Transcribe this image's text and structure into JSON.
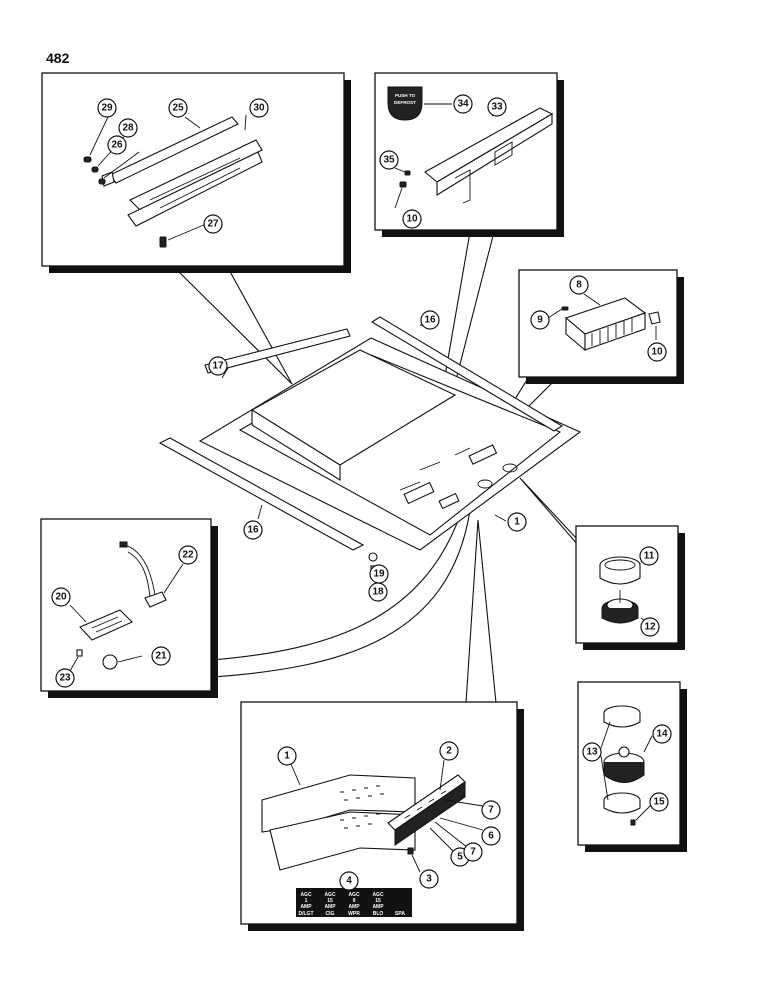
{
  "page_number": "482",
  "callouts": [
    "1",
    "2",
    "3",
    "4",
    "5",
    "6",
    "7",
    "8",
    "9",
    "10",
    "11",
    "12",
    "13",
    "14",
    "15",
    "16",
    "17",
    "18",
    "19",
    "20",
    "21",
    "22",
    "23",
    "25",
    "26",
    "27",
    "28",
    "29",
    "30",
    "33",
    "34",
    "35"
  ],
  "decal": {
    "line1": "PUSH TO",
    "line2": "DEFROST"
  },
  "fuse_decal": {
    "rows": [
      [
        "AGC",
        "AGC",
        "AGC",
        "AGC"
      ],
      [
        "1",
        "15",
        "9",
        "15"
      ],
      [
        "AMP",
        "AMP",
        "AMP",
        "AMP"
      ]
    ],
    "labels": [
      "D/LGT",
      "CIG",
      "WPR",
      "BLO",
      "SPA"
    ]
  }
}
